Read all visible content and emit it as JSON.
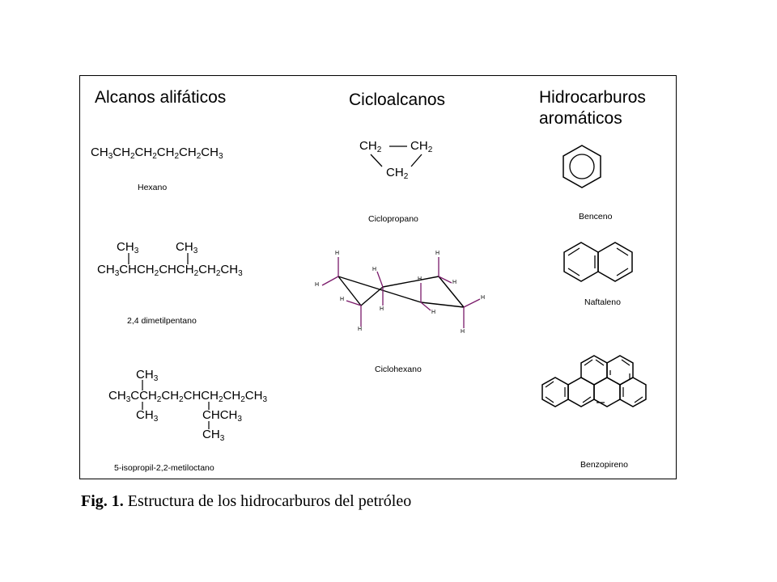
{
  "headings": {
    "alcanos": "Alcanos alifáticos",
    "cicloalcanos": "Cicloalcanos",
    "aromaticos_line1": "Hidrocarburos",
    "aromaticos_line2": "aromáticos"
  },
  "hexano": {
    "formula": "CH3CH2CH2CH2CH2CH3",
    "name": "Hexano"
  },
  "dimetilpentano": {
    "branch_1": "CH3",
    "branch_2": "CH3",
    "main_chain": "CH3CHCH2CHCH2CH2CH3",
    "name": "2,4 dimetilpentano"
  },
  "isopropil_metiloctano": {
    "top_branch": "CH3",
    "main_chain": "CH3CCH2CH2CHCH2CH2CH3",
    "lower_branch": "CH3",
    "isopropyl": "CHCH3",
    "isopropyl_end": "CH3",
    "name": "5-isopropil-2,2-metiloctano"
  },
  "ciclopropano": {
    "atom_left": "CH2",
    "atom_right": "CH2",
    "atom_bottom": "CH2",
    "name": "Ciclopropano"
  },
  "ciclohexano": {
    "name": "Ciclohexano",
    "h_label": "H"
  },
  "benceno": {
    "name": "Benceno"
  },
  "naftaleno": {
    "name": "Naftaleno"
  },
  "benzopireno": {
    "name": "Benzopireno"
  },
  "caption": {
    "label": "Fig. 1.",
    "text": "Estructura de los hidrocarburos del petróleo"
  },
  "colors": {
    "line": "#000000",
    "ciclohexano_bonds": "#7a1a6a"
  }
}
